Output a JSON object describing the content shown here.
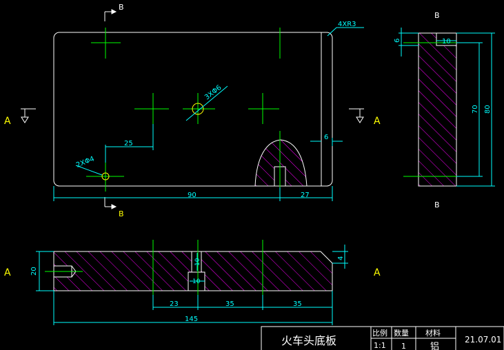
{
  "colors": {
    "background": "#000000",
    "outline": "#ffffff",
    "dimension": "#00ffff",
    "centerline": "#00ff00",
    "hatch": "#ff00ff",
    "label": "#ffff00"
  },
  "views": {
    "top": {
      "section_label": "B",
      "corner_note": "4XR3",
      "hole_note": "3XΦ6",
      "small_hole_note": "2XΦ4",
      "dims": {
        "offset": "25",
        "width_a": "90",
        "width_b": "27",
        "slot": "6"
      }
    },
    "side": {
      "top_label": "B",
      "bottom_label": "B",
      "dims": {
        "step_h": "6",
        "step_w": "10",
        "inner_h": "70",
        "total_h": "80"
      }
    },
    "front": {
      "dims": {
        "height": "20",
        "chamfer": "4",
        "pin_h": "10",
        "pin_w": "10",
        "seg_a": "23",
        "seg_b": "35",
        "seg_c": "35",
        "total": "145"
      }
    },
    "section_A": "A"
  },
  "title_block": {
    "title": "火车头底板",
    "col_scale": "比例",
    "col_qty": "数量",
    "col_material": "材料",
    "scale": "1:1",
    "qty": "1",
    "material": "铝",
    "date": "21.07.01"
  }
}
